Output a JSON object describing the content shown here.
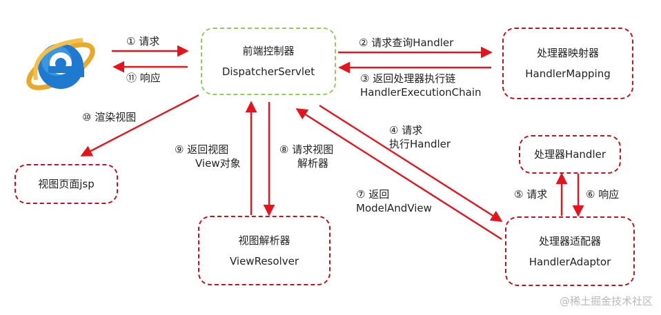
{
  "colors": {
    "arrow": "#e3141c",
    "box_border": "#c0141c",
    "dispatcher_border": "#8fce5e"
  },
  "nodes": {
    "dispatcher": {
      "title": "前端控制器",
      "subtitle": "DispatcherServlet"
    },
    "handler_mapping": {
      "title": "处理器映射器",
      "subtitle": "HandlerMapping"
    },
    "handler": {
      "title": "处理器Handler"
    },
    "handler_adaptor": {
      "title": "处理器适配器",
      "subtitle": "HandlerAdaptor"
    },
    "view_resolver": {
      "title": "视图解析器",
      "subtitle": "ViewResolver"
    },
    "view_page": {
      "title": "视图页面jsp"
    },
    "browser": {
      "icon": "ie-browser-icon"
    }
  },
  "edges": {
    "e1": {
      "text": "①  请求"
    },
    "e11": {
      "text": "⑪  响应"
    },
    "e2": {
      "text": "②  请求查询Handler"
    },
    "e3": {
      "line1": "③  返回处理器执行链",
      "line2": "HandlerExecutionChain"
    },
    "e4": {
      "line1": "④  请求",
      "line2": "执行Handler"
    },
    "e5": {
      "text": "⑤  请求"
    },
    "e6": {
      "text": "⑥  响应"
    },
    "e7": {
      "line1": "⑦  返回",
      "line2": "ModelAndView"
    },
    "e8": {
      "line1": "⑧  请求视图",
      "line2": "解析器"
    },
    "e9": {
      "line1": "⑨  返回视图",
      "line2": "View对象"
    },
    "e10": {
      "text": "⑩  渲染视图"
    }
  },
  "watermark": "@稀土掘金技术社区"
}
